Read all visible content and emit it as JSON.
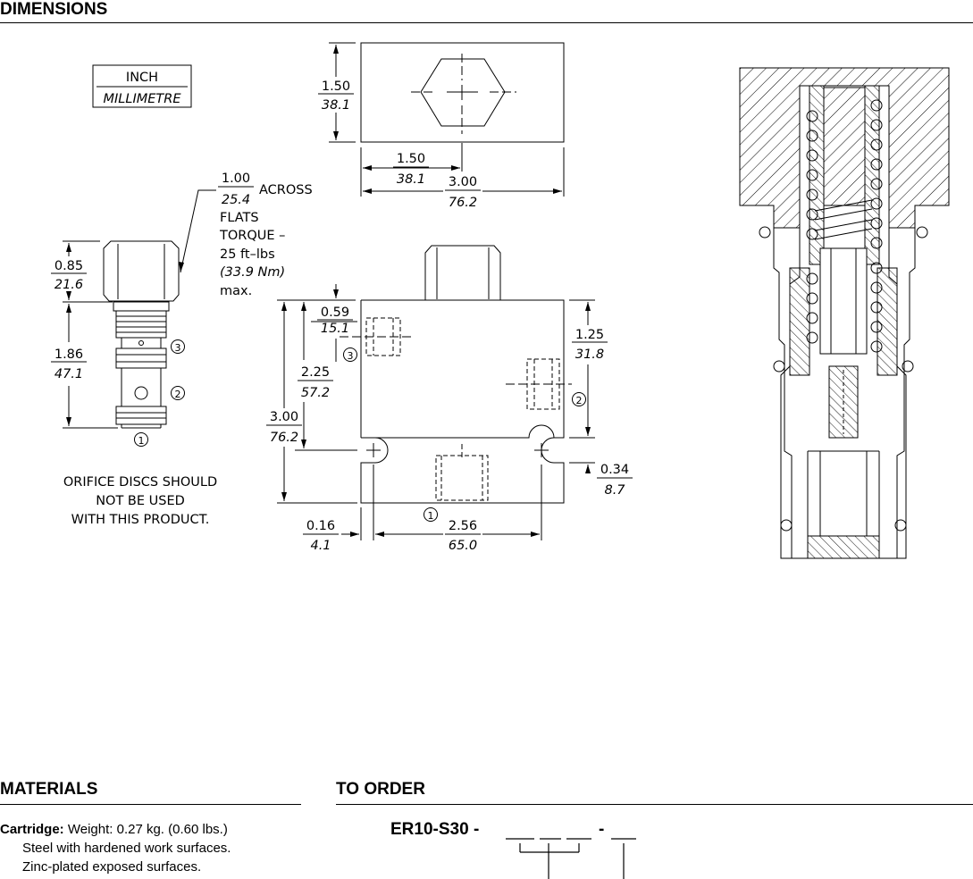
{
  "sections": {
    "dimensions": "DIMENSIONS",
    "materials": "MATERIALS",
    "to_order": "TO ORDER"
  },
  "legend": {
    "unit_top": "INCH",
    "unit_bottom": "MILLIMETRE"
  },
  "cartridge": {
    "across_flats_in": "1.00",
    "across_flats_mm": "25.4",
    "across_label": "ACROSS",
    "flats_label": "FLATS",
    "torque_label": "TORQUE –",
    "torque_value": "25 ft–lbs",
    "torque_nm": "(33.9 Nm)",
    "torque_max": "max.",
    "hex_height_in": "0.85",
    "hex_height_mm": "21.6",
    "body_length_in": "1.86",
    "body_length_mm": "47.1",
    "port1": "1",
    "port2": "2",
    "port3": "3"
  },
  "block_top": {
    "height_in": "1.50",
    "height_mm": "38.1",
    "center_in": "1.50",
    "center_mm": "38.1",
    "width_in": "3.00",
    "width_mm": "76.2"
  },
  "block_front": {
    "port3_in": "0.59",
    "port3_mm": "15.1",
    "port2_in": "1.25",
    "port2_mm": "31.8",
    "cav_in": "2.25",
    "cav_mm": "57.2",
    "height_in": "3.00",
    "height_mm": "76.2",
    "slot_in": "0.34",
    "slot_mm": "8.7",
    "edge_in": "0.16",
    "edge_mm": "4.1",
    "mount_in": "2.56",
    "mount_mm": "65.0",
    "port1": "1",
    "port2": "2",
    "port3": "3"
  },
  "note": {
    "line1": "ORIFICE DISCS SHOULD",
    "line2": "NOT BE USED",
    "line3": "WITH THIS PRODUCT."
  },
  "materials": {
    "cartridge_label": "Cartridge:",
    "cartridge_weight": "Weight: 0.27 kg. (0.60 lbs.)",
    "line2": "Steel with hardened work surfaces.",
    "line3": "Zinc-plated exposed surfaces."
  },
  "order": {
    "model": "ER10-S30 -",
    "dash": "-"
  }
}
